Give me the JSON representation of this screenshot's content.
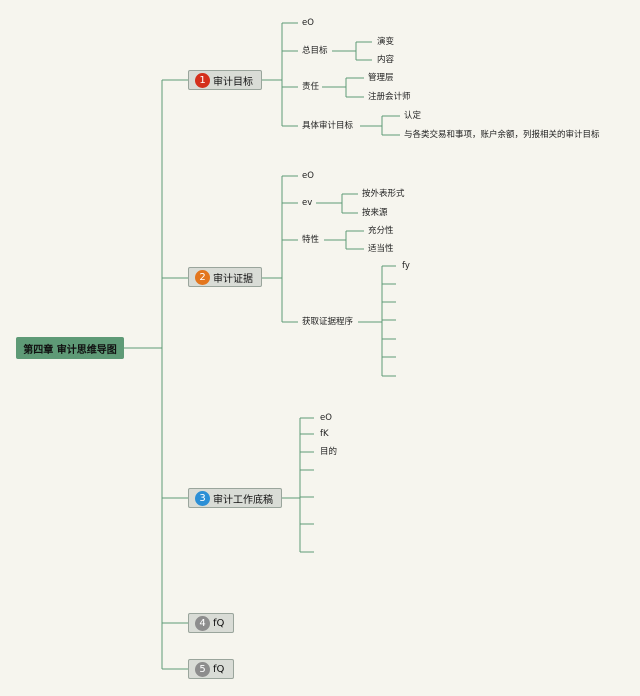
{
  "root": "第四章 审计思维导图",
  "colors": {
    "line": "#5e9a76",
    "root_bg": "#5e9a76",
    "topic_bg": "#d9dcd6"
  },
  "topics": [
    {
      "num": "1",
      "num_color": "#d4301c",
      "label": "审计目标",
      "children": [
        {
          "label": "eO"
        },
        {
          "label": "总目标",
          "children": [
            {
              "label": "演变"
            },
            {
              "label": "内容"
            }
          ]
        },
        {
          "label": "责任",
          "children": [
            {
              "label": "管理层"
            },
            {
              "label": "注册会计师"
            }
          ]
        },
        {
          "label": "具体审计目标",
          "children": [
            {
              "label": "认定"
            },
            {
              "label": "与各类交易和事项，账户余额，列报相关的审计目标"
            }
          ]
        }
      ]
    },
    {
      "num": "2",
      "num_color": "#e3761e",
      "label": "审计证据",
      "children": [
        {
          "label": "eO"
        },
        {
          "label": "ev",
          "children": [
            {
              "label": "按外表形式"
            },
            {
              "label": "按来源"
            }
          ]
        },
        {
          "label": "特性",
          "children": [
            {
              "label": "充分性"
            },
            {
              "label": "适当性"
            }
          ]
        },
        {
          "label": "获取证据程序",
          "children": [
            {
              "label": "fy"
            },
            {
              "label": ""
            },
            {
              "label": ""
            },
            {
              "label": ""
            },
            {
              "label": ""
            },
            {
              "label": ""
            },
            {
              "label": ""
            }
          ]
        }
      ]
    },
    {
      "num": "3",
      "num_color": "#2b8fd6",
      "label": "审计工作底稿",
      "children": [
        {
          "label": "eO"
        },
        {
          "label": "fK"
        },
        {
          "label": "目的"
        },
        {
          "label": ""
        },
        {
          "label": ""
        },
        {
          "label": ""
        },
        {
          "label": ""
        }
      ]
    },
    {
      "num": "4",
      "num_color": "#8d8d8d",
      "label": "fQ"
    },
    {
      "num": "5",
      "num_color": "#8d8d8d",
      "label": "fQ"
    }
  ]
}
